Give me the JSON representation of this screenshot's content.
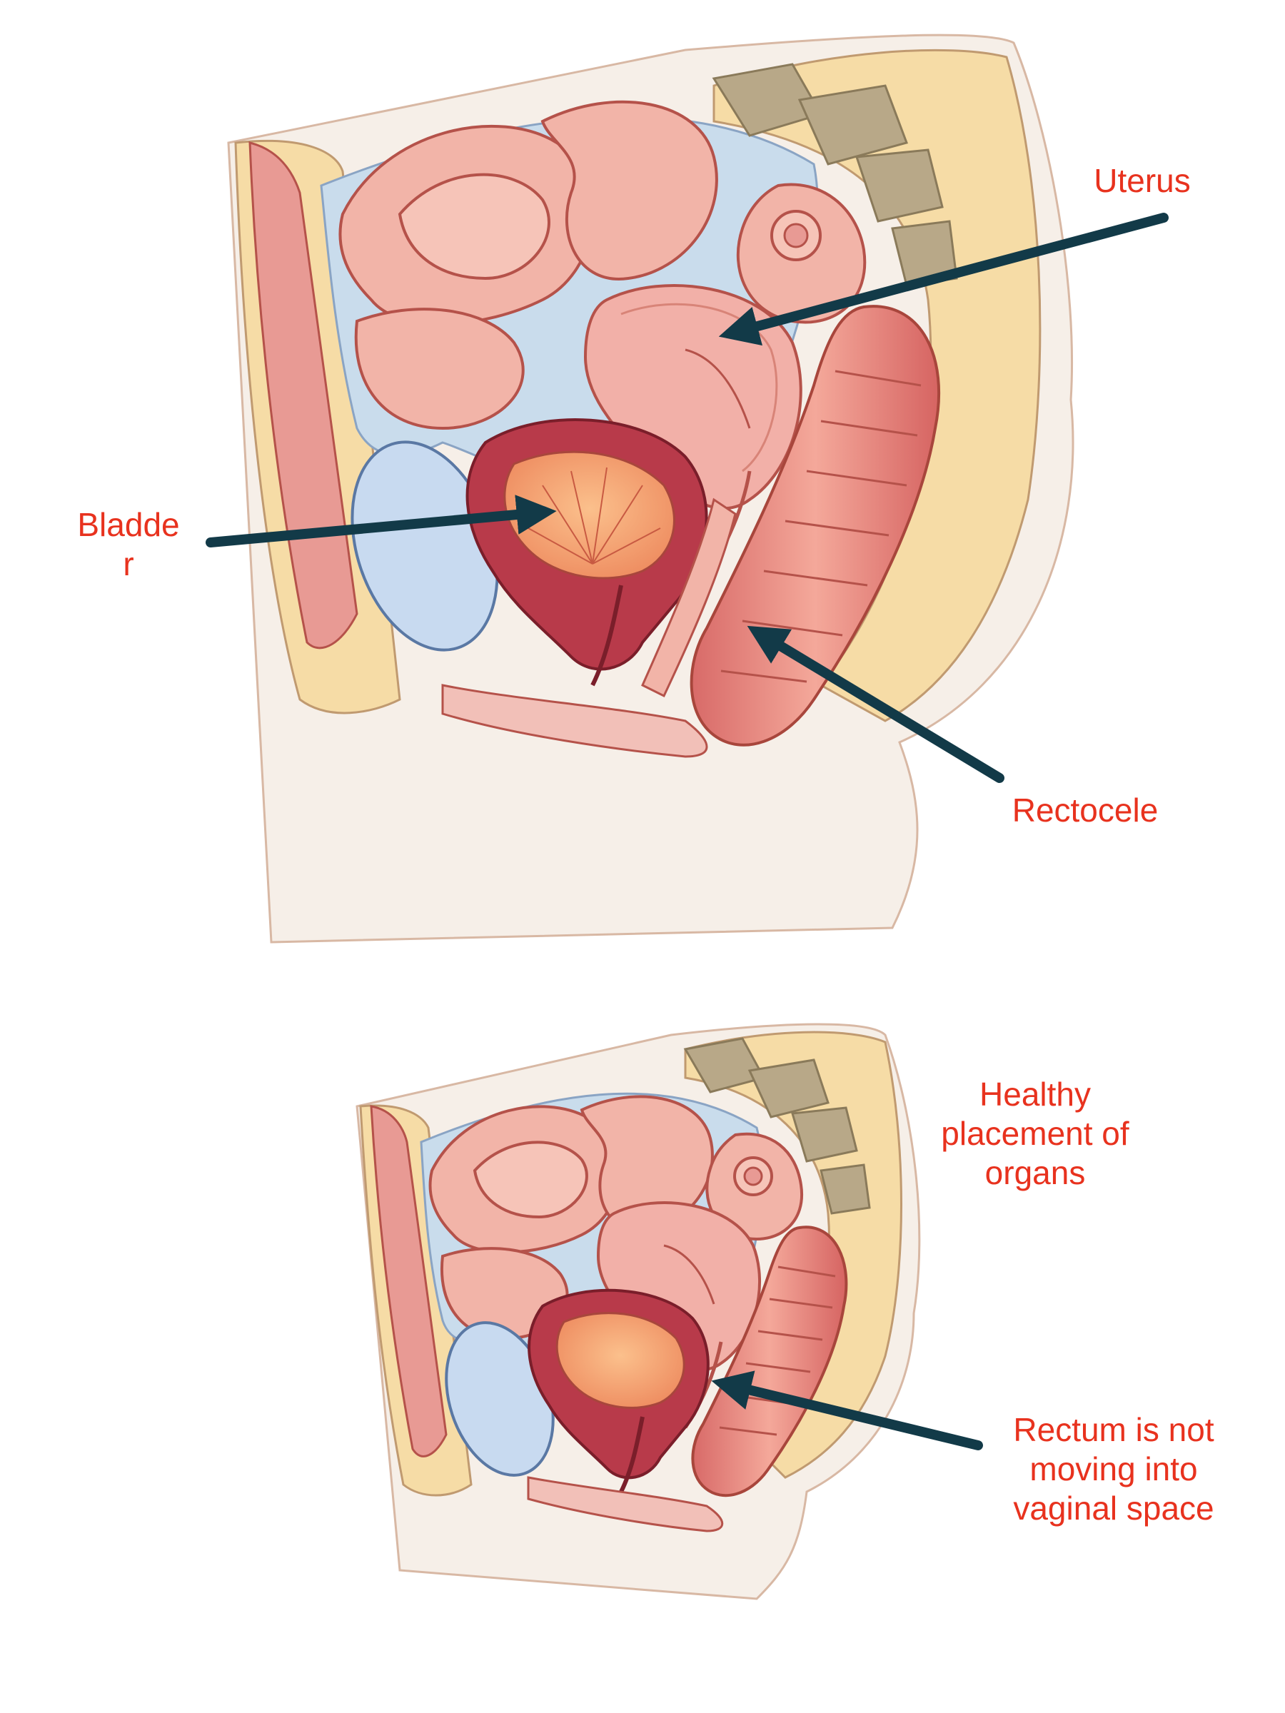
{
  "labels": {
    "uterus": "Uterus",
    "bladder": "Bladde\nr",
    "rectocele": "Rectocele",
    "healthy": "Healthy\nplacement of\norgans",
    "rectum_note": "Rectum is not\nmoving into\nvaginal space"
  },
  "colors": {
    "label_text": "#e8321e",
    "arrow": "#123a48",
    "skin": "#f6efe8",
    "fat": "#f6dca6",
    "peritoneal_fluid": "#c9dcec",
    "bowel": "#f2b4a8",
    "tissue_outline": "#b5524a",
    "vertebra": "#b8a888",
    "bladder_wall": "#b83a4a",
    "bladder_lumen": "#f6a46e",
    "pubic_bone": "#c8daf0"
  }
}
